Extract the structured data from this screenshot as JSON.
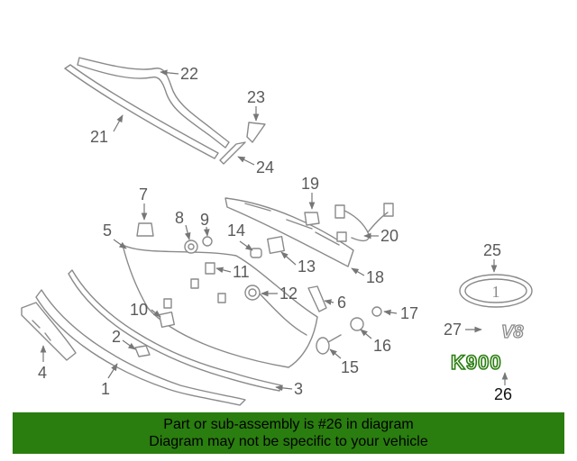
{
  "callouts": [
    {
      "id": "1",
      "label": "1"
    },
    {
      "id": "2",
      "label": "2"
    },
    {
      "id": "3",
      "label": "3"
    },
    {
      "id": "4",
      "label": "4"
    },
    {
      "id": "5",
      "label": "5"
    },
    {
      "id": "6",
      "label": "6"
    },
    {
      "id": "7",
      "label": "7"
    },
    {
      "id": "8",
      "label": "8"
    },
    {
      "id": "9",
      "label": "9"
    },
    {
      "id": "10",
      "label": "10"
    },
    {
      "id": "11",
      "label": "11"
    },
    {
      "id": "12",
      "label": "12"
    },
    {
      "id": "13",
      "label": "13"
    },
    {
      "id": "14",
      "label": "14"
    },
    {
      "id": "15",
      "label": "15"
    },
    {
      "id": "16",
      "label": "16"
    },
    {
      "id": "17",
      "label": "17"
    },
    {
      "id": "18",
      "label": "18"
    },
    {
      "id": "19",
      "label": "19"
    },
    {
      "id": "20",
      "label": "20"
    },
    {
      "id": "21",
      "label": "21"
    },
    {
      "id": "22",
      "label": "22"
    },
    {
      "id": "23",
      "label": "23"
    },
    {
      "id": "24",
      "label": "24"
    },
    {
      "id": "25",
      "label": "25"
    },
    {
      "id": "26",
      "label": "26"
    },
    {
      "id": "27",
      "label": "27"
    }
  ],
  "emblems": {
    "k900_text": "K900",
    "v8_text": "V8",
    "oval_letter": "1"
  },
  "highlighted_part": "26",
  "colors": {
    "banner": "#2a7d0f",
    "highlight": "#2a7d0f",
    "line_art": "#8a8a8a"
  },
  "banner": {
    "line1": "Part or sub-assembly is #26 in diagram",
    "line2": "Diagram may not be specific to your vehicle"
  }
}
